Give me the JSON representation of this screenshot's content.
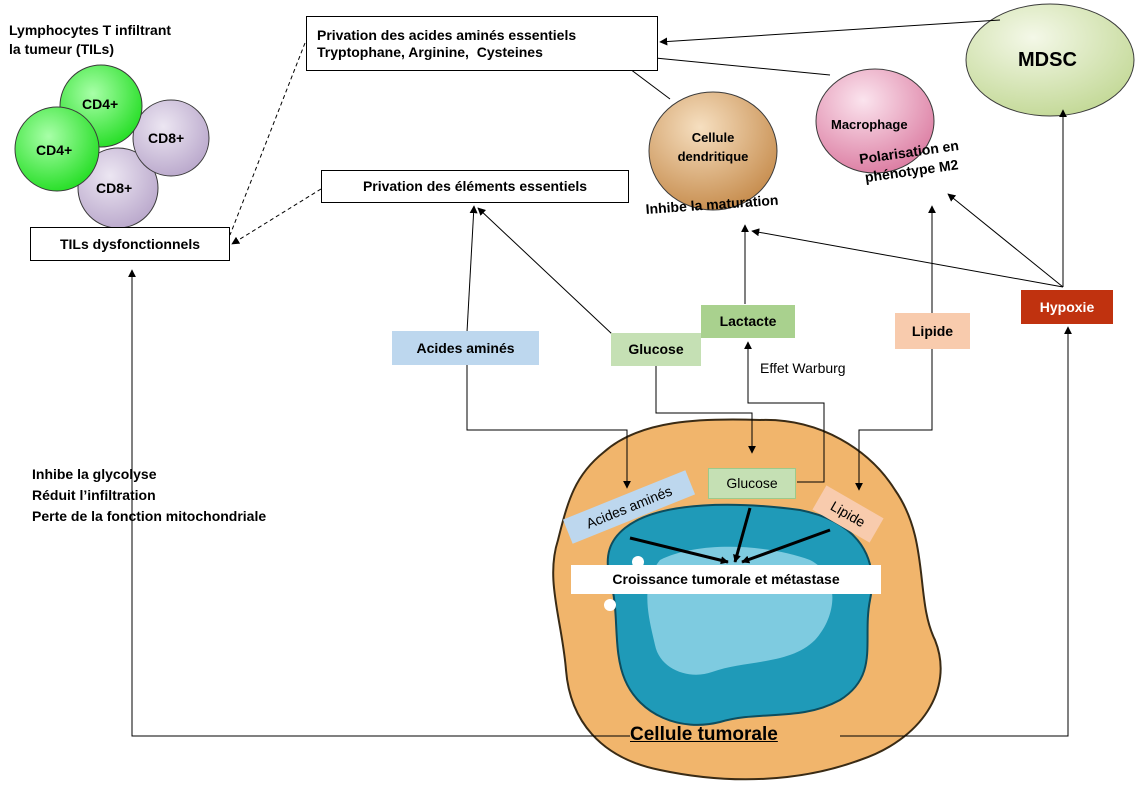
{
  "til_group": {
    "title_line1": "Lymphocytes T infiltrant",
    "title_line2": "la tumeur (TILs)",
    "cells": [
      "CD4+",
      "CD4+",
      "CD8+",
      "CD8+"
    ]
  },
  "boxes": {
    "aa_privation_line1": "Privation des acides aminés essentiels",
    "aa_privation_line2": "Tryptophane, Arginine,  Cysteines",
    "elements_privation": "Privation des éléments essentiels",
    "tils_dysfunctional": "TILs dysfonctionnels"
  },
  "cells": {
    "mdsc": "MDSC",
    "macrophage": "Macrophage",
    "dendritic_line1": "Cellule",
    "dendritic_line2": "dendritique"
  },
  "annotations": {
    "inhibe_maturation": "Inhibe la maturation",
    "polarisation_line1": "Polarisation en",
    "polarisation_line2": "phénotype M2",
    "effet_warburg": "Effet Warburg",
    "left_effect_line1": "Inhibe la glycolyse",
    "left_effect_line2": "Réduit l’infiltration",
    "left_effect_line3": "Perte de la fonction mitochondriale"
  },
  "metabolites": {
    "acides_amines": "Acides aminés",
    "glucose": "Glucose",
    "lactacte": "Lactacte",
    "lipide": "Lipide",
    "hypoxie": "Hypoxie"
  },
  "tumor": {
    "inner_acides_amines": "Acides aminés",
    "inner_glucose": "Glucose",
    "inner_lipide": "Lipide",
    "growth": "Croissance tumorale et métastase",
    "label": "Cellule tumorale"
  },
  "colors": {
    "cd4": "#22dd22",
    "cd8": "#b9a7cb",
    "mdsc": "#c2d895",
    "macrophage": "#db7aa0",
    "dendritic": "#c58a4a",
    "tumor_body": "#f1b56c",
    "tumor_nucleus": "#1f9ab8",
    "acides_amines_fill": "#bdd7ee",
    "glucose_fill": "#c5e0b4",
    "lactacte_fill": "#a9d18e",
    "lipide_fill": "#f8cbad",
    "hypoxie_fill": "#c0320f"
  }
}
